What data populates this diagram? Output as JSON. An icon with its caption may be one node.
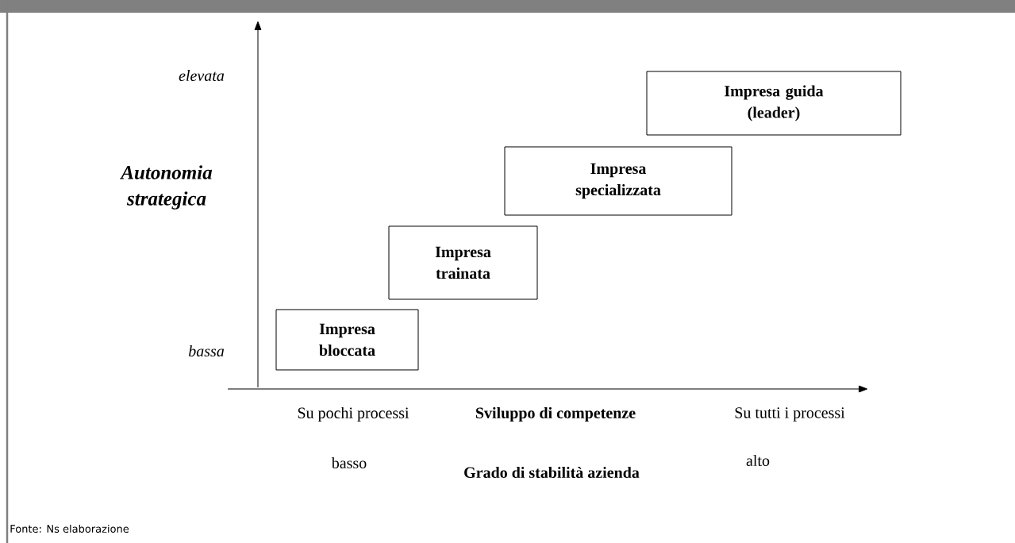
{
  "diagram": {
    "caption": "Fonte: Ns elaborazione",
    "nodes": [
      {
        "text": [
          "Impresa bloccata"
        ]
      },
      {
        "text": [
          "Impresa trainata"
        ]
      },
      {
        "text": [
          "Impresa specializzata"
        ]
      },
      {
        "text": [
          "Impresa guida (leader)"
        ]
      }
    ],
    "labels": [
      "elevata",
      "Autonomia strategica",
      "bassa",
      "Su pochi processi",
      "Sviluppo di competenze",
      "Su tutti i processi",
      "basso",
      "Grado di stabilità azienda",
      "alto"
    ]
  }
}
